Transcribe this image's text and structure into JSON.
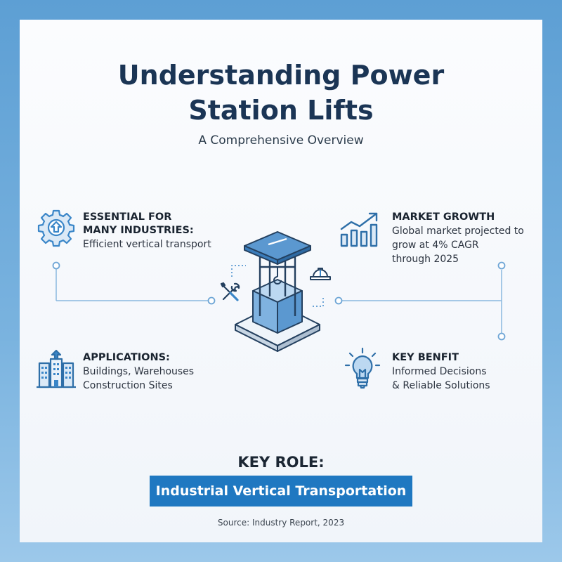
{
  "title_line1": "Understanding Power",
  "title_line2": "Station Lifts",
  "subtitle": "A Comprehensive Overview",
  "blocks": {
    "essential": {
      "heading1": "ESSENTIAL FOR",
      "heading2": "MANY INDUSTRIES:",
      "body": "Efficient vertical transport",
      "icon": "gear-arrow-icon"
    },
    "market": {
      "heading": "MARKET GROWTH",
      "line1": "Global market projected to",
      "line2": "grow at 4% CAGR",
      "line3": "through 2025",
      "icon": "growth-chart-icon"
    },
    "applications": {
      "heading": "APPLICATIONS:",
      "line1": "Buildings, Warehouses",
      "line2": "Construction Sites",
      "icon": "buildings-icon"
    },
    "benefit": {
      "heading": "KEY BENFIT",
      "line1": "Informed Decisions",
      "line2": "& Reliable Solutions",
      "icon": "lightbulb-icon"
    }
  },
  "key_role": {
    "label": "KEY ROLE:",
    "banner": "Industrial Vertical Transportation"
  },
  "source": "Source: Industry Report, 2023",
  "colors": {
    "accent": "#1f78c1",
    "icon_blue": "#3a86c8",
    "title": "#1b3555"
  }
}
